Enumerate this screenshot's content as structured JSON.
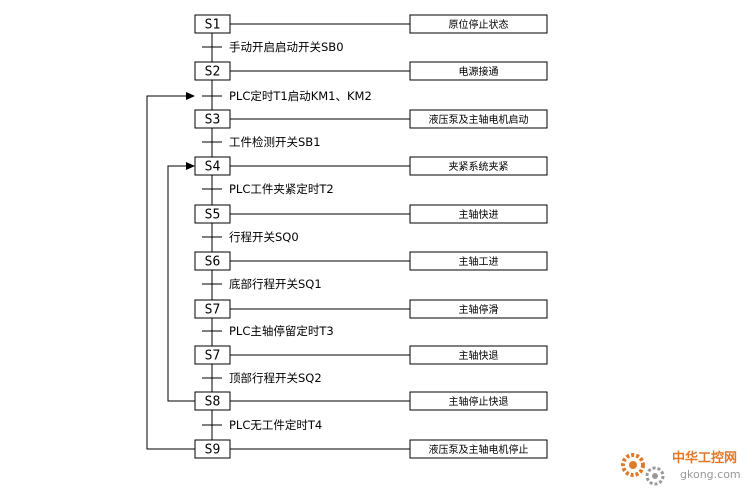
{
  "steps": [
    {
      "label": "S1",
      "action": "原位停止状态"
    },
    {
      "label": "S2",
      "action": "电源接通"
    },
    {
      "label": "S3",
      "action": "液压泵及主轴电机启动"
    },
    {
      "label": "S4",
      "action": "夹紧系统夹紧"
    },
    {
      "label": "S5",
      "action": "主轴快进"
    },
    {
      "label": "S6",
      "action": "主轴工进"
    },
    {
      "label": "S7",
      "action": "主轴停滑"
    },
    {
      "label": "S7",
      "action": "主轴快退"
    },
    {
      "label": "S8",
      "action": "主轴停止快退"
    },
    {
      "label": "S9",
      "action": "液压泵及主轴电机停止"
    }
  ],
  "transitions": [
    "手动开启启动开关SB0",
    "PLC定时T1启动KM1、KM2",
    "工件检测开关SB1",
    "PLC工件夹紧定时T2",
    "行程开关SQ0",
    "底部行程开关SQ1",
    "PLC主轴停留定时T3",
    "顶部行程开关SQ2",
    "PLC无工件定时T4"
  ],
  "watermark": {
    "cn": "中华工控网",
    "en": "gkong.com"
  },
  "colors": {
    "line": "#000000",
    "watermark_orange": "#e0792a",
    "watermark_gray": "#999999"
  }
}
